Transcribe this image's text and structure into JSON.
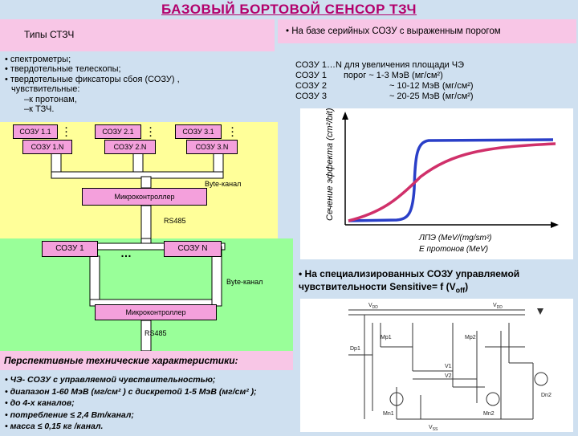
{
  "title": "БАЗОВЫЙ БОРТОВОЙ СЕНСОР ТЗЧ",
  "types_title": "Типы СТЗЧ",
  "types_list": [
    "• спектрометры;",
    "• твердотельные телескопы;",
    "• твердотельные фиксаторы сбоя (СОЗУ) ,",
    "чувствительные:",
    "–к протонам,",
    "–к ТЗЧ."
  ],
  "right_heading": "• На базе серийных СОЗУ с выраженным порогом",
  "sozu_rows": [
    {
      "name": "СОЗУ 1…N для увеличения площади ЧЭ",
      "value": ""
    },
    {
      "name": "СОЗУ 1",
      "value": "порог  ~ 1-3 МэВ (мг/см²)"
    },
    {
      "name": "СОЗУ 2",
      "value": "~ 10-12 МэВ (мг/см²)"
    },
    {
      "name": "СОЗУ 3",
      "value": "~ 20-25 МэВ (мг/см²)"
    }
  ],
  "chips": {
    "c11": "СОЗУ 1.1",
    "c1n": "СОЗУ 1.N",
    "c21": "СОЗУ 2.1",
    "c2n": "СОЗУ 2.N",
    "c31": "СОЗУ 3.1",
    "c3n": "СОЗУ 3.N"
  },
  "byte_channel": "Byte-канал",
  "microcontroller": "Микроконтроллер",
  "rs485": "RS485",
  "sozu1": "СОЗУ 1",
  "sozun": "СОЗУ N",
  "ellipsis": "…",
  "graph": {
    "ylabel": "Сечение эффекта (cm²/bit)",
    "xlabel1": "ЛПЭ (MeV/(mg/sm²)",
    "xlabel2": "E протонов (MeV)",
    "curves": [
      {
        "name": "blue",
        "color": "#2a3fc8"
      },
      {
        "name": "red",
        "color": "#d0306a"
      }
    ]
  },
  "right_text2_line1": "• На специализированных СОЗУ управляемой",
  "right_text2_line2": "чувствительности  Sensitive=  f (V",
  "right_text2_sub": "off",
  "right_text2_end": ")",
  "circuit_labels": {
    "vdd1": "V",
    "vdd1_sub": "DD",
    "vdd2": "V",
    "vdd2_sub": "DD",
    "mp1": "Mp1",
    "mp2": "Mp2",
    "dp1": "Dp1",
    "dn2": "Dn2",
    "mn1": "Mn1",
    "mn2": "Mn2",
    "v1": "V1",
    "v2": "V2",
    "vss": "V",
    "vss_sub": "SS"
  },
  "persp_title": "Перспективные технические характеристики:",
  "persp_list": [
    "• ЧЭ- СОЗУ с управляемой чувствительностью;",
    "• диапазон  1-60 МэВ (мг/см² ) с дискретой 1-5 МэВ (мг/см² );",
    "• до 4-х каналов;",
    "• потребление ≤ 2,4 Вт/канал;",
    "• масса ≤ 0,15 кг /канал."
  ]
}
